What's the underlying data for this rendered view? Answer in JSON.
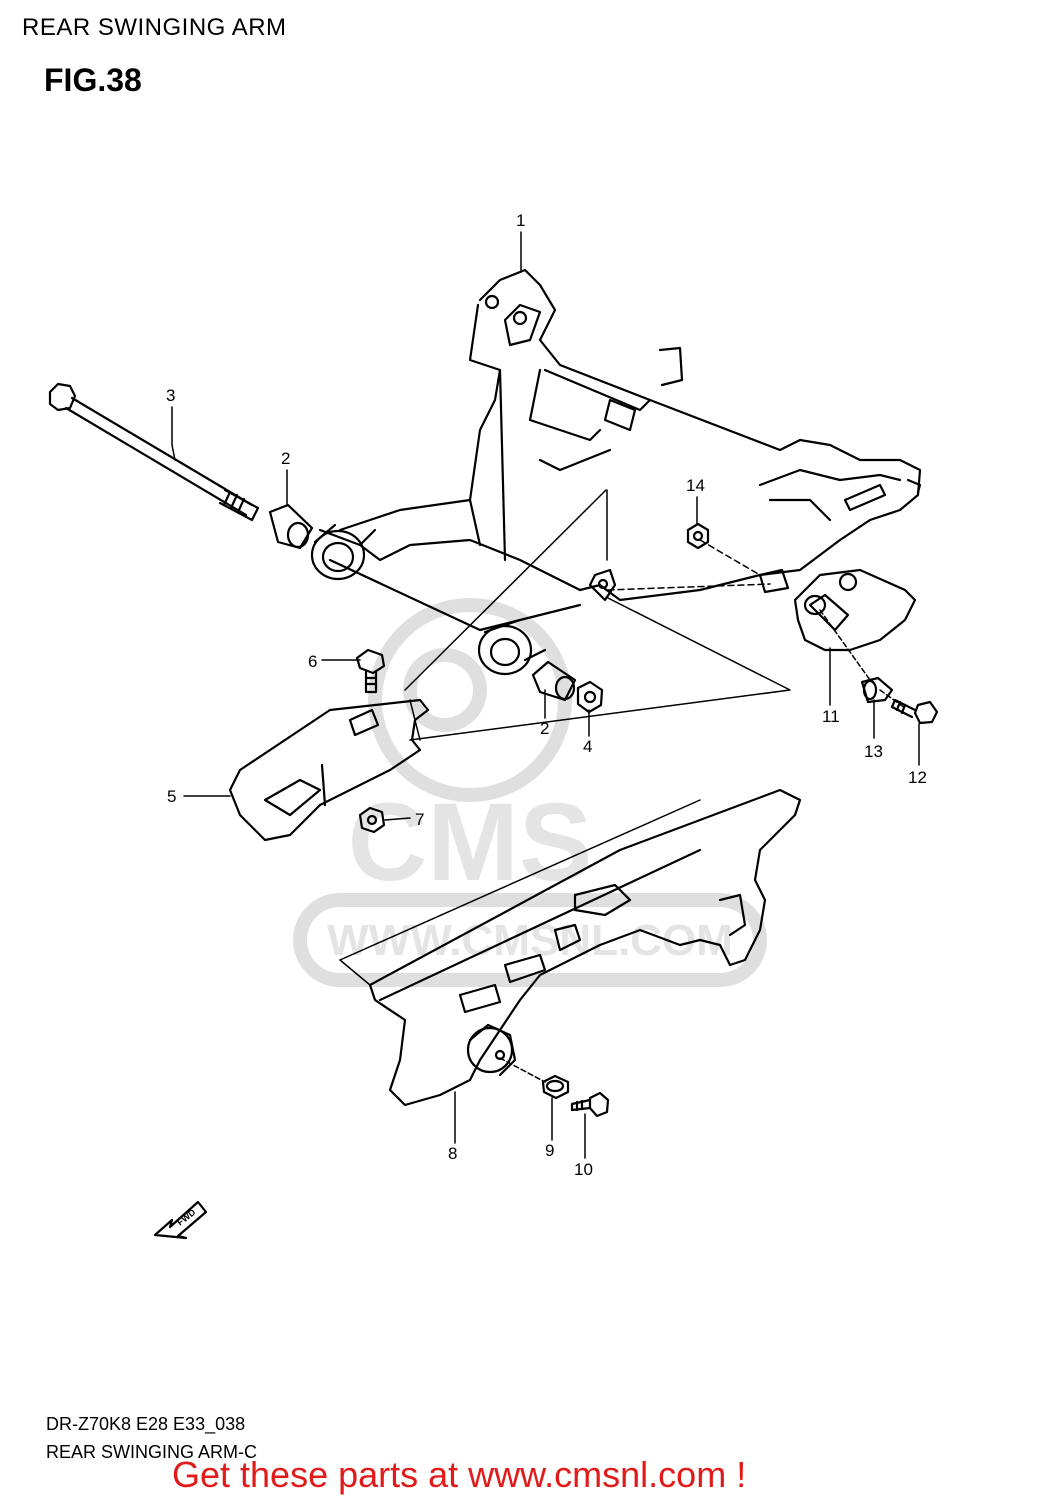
{
  "header": {
    "title": "REAR SWINGING ARM",
    "figure": "FIG.38"
  },
  "watermark": {
    "text": "WWW.CMSNL.COM",
    "logo": "CMS"
  },
  "callouts": {
    "c1": "1",
    "c2a": "2",
    "c2b": "2",
    "c3": "3",
    "c4": "4",
    "c5": "5",
    "c6": "6",
    "c7": "7",
    "c8": "8",
    "c9": "9",
    "c10": "10",
    "c11": "11",
    "c12": "12",
    "c13": "13",
    "c14": "14"
  },
  "fwd_label": "FWD",
  "footer": {
    "model_code": "DR-Z70K8 E28 E33_038",
    "caption": "REAR SWINGING ARM-C",
    "promo": "Get these parts at www.cmsnl.com !"
  },
  "colors": {
    "promo": "#e11a1a",
    "watermark": "#d9d9d9"
  }
}
